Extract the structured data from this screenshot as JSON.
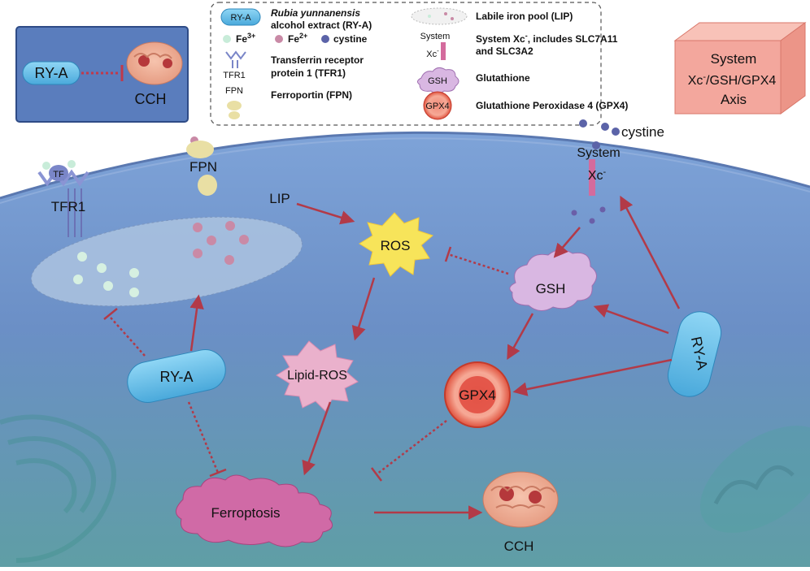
{
  "corner_box": {
    "ry_label": "RY-A",
    "cch_label": "CCH"
  },
  "legend": {
    "ry_icon": "RY-A",
    "ry_line1": "Rubia yunnanensis",
    "ry_line2": "alcohol extract (RY-A)",
    "fe3": "Fe",
    "fe3_sup": "3+",
    "fe2": "Fe",
    "fe2_sup": "2+",
    "cystine": "cystine",
    "tfr1_icon": "TFR1",
    "tfr1_line1": "Transferrin receptor",
    "tfr1_line2": "protein 1 (TFR1)",
    "fpn_icon": "FPN",
    "fpn_text": "Ferroportin (FPN)",
    "lip_text": "Labile iron pool (LIP)",
    "sys_icon1": "System",
    "sys_icon2": "Xc",
    "sys_icon2_sup": "-",
    "sys_line1a": "System Xc",
    "sys_line1_sup": "-",
    "sys_line1b": ", includes SLC7A11",
    "sys_line2": "and SLC3A2",
    "gsh_icon": "GSH",
    "gsh_text": "Glutathione",
    "gpx4_icon": "GPX4",
    "gpx4_text": "Glutathione Peroxidase 4 (GPX4)"
  },
  "axis_box": {
    "line1": "System",
    "line2a": "Xc",
    "line2_sup": "-",
    "line2b": "/GSH/GPX4",
    "line3": "Axis"
  },
  "membrane": {
    "tf": "TF",
    "tfr1": "TFR1",
    "fpn": "FPN",
    "cystine": "cystine",
    "system": "System",
    "xc": "Xc",
    "xc_sup": "-"
  },
  "pathway": {
    "lip": "LIP",
    "ros": "ROS",
    "lipid_ros": "Lipid-ROS",
    "gsh": "GSH",
    "gpx4": "GPX4",
    "ry_left": "RY-A",
    "ry_right": "RY-A",
    "ferroptosis": "Ferroptosis",
    "cch": "CCH"
  },
  "colors": {
    "arrow": "#b23a48",
    "cell_top": "#6e8fc9",
    "cell_bottom": "#5fa0a8",
    "ry_fill": "#6fc3ec",
    "corner_bg": "#5a7dbd",
    "axis_fill": "#f3a79d",
    "ferroptosis": "#d06aa6",
    "gpx4": "#e25a4c",
    "gsh": "#d9b7e2",
    "ros": "#f7e45a",
    "lipid_ros": "#eab1cc"
  }
}
